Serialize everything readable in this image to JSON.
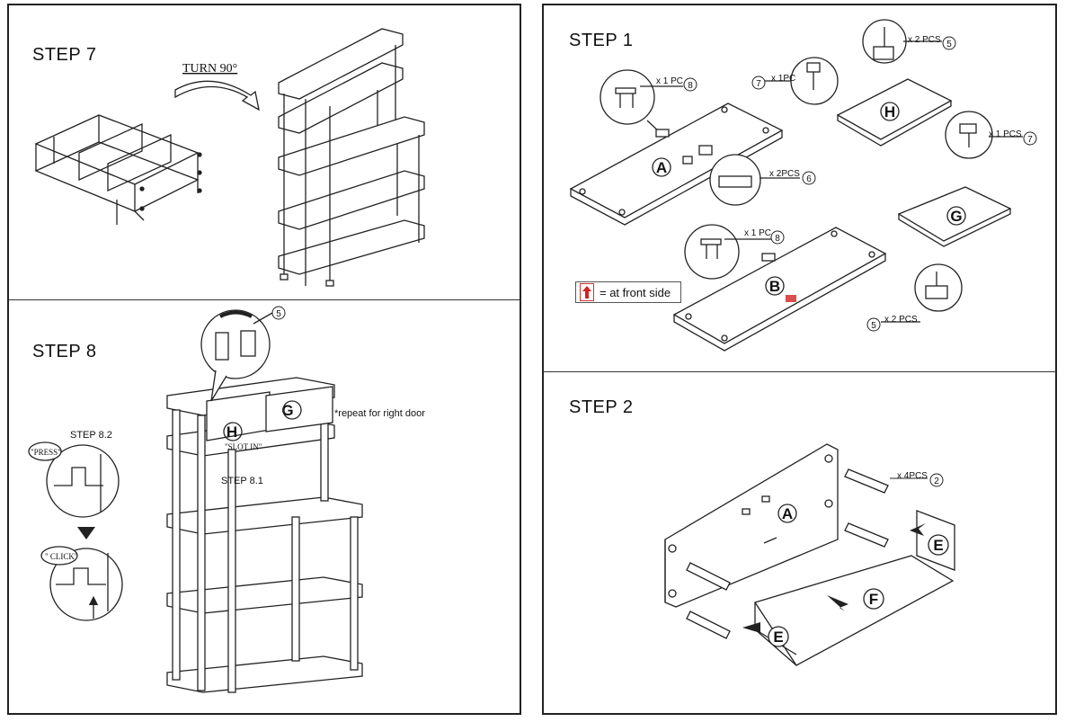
{
  "left_panel": {
    "step7": {
      "title": "STEP 7",
      "turn_label": "TURN 90°"
    },
    "step8": {
      "title": "STEP 8",
      "callout_number": "5",
      "part_H": "H",
      "part_G": "G",
      "slot_in": "\"SLOT IN\"",
      "repeat_note": "*repeat for right door",
      "step81": "STEP 8.1",
      "step82": "STEP 8.2",
      "press": "\"PRESS\"",
      "click": "\" CLICK\""
    }
  },
  "right_panel": {
    "step1": {
      "title": "STEP 1",
      "part_A": "A",
      "part_B": "B",
      "part_H": "H",
      "part_G": "G",
      "qty_8a": "x 1 PC",
      "num_8a": "8",
      "qty_6": "x 2PCS",
      "num_6": "6",
      "qty_8b": "x 1 PC",
      "num_8b": "8",
      "qty_7a": "x 1PC",
      "num_7a": "7",
      "qty_5a": "x 2 PCS",
      "num_5a": "5",
      "qty_7b": "x 1 PCS",
      "num_7b": "7",
      "qty_5b": "x 2 PCS",
      "num_5b": "5",
      "legend_text": "= at front side"
    },
    "step2": {
      "title": "STEP 2",
      "part_A": "A",
      "part_E1": "E",
      "part_E2": "E",
      "part_F": "F",
      "qty_2": "x 4PCS",
      "num_2": "2"
    }
  },
  "colors": {
    "line": "#222222",
    "accent_red": "#d22222"
  }
}
